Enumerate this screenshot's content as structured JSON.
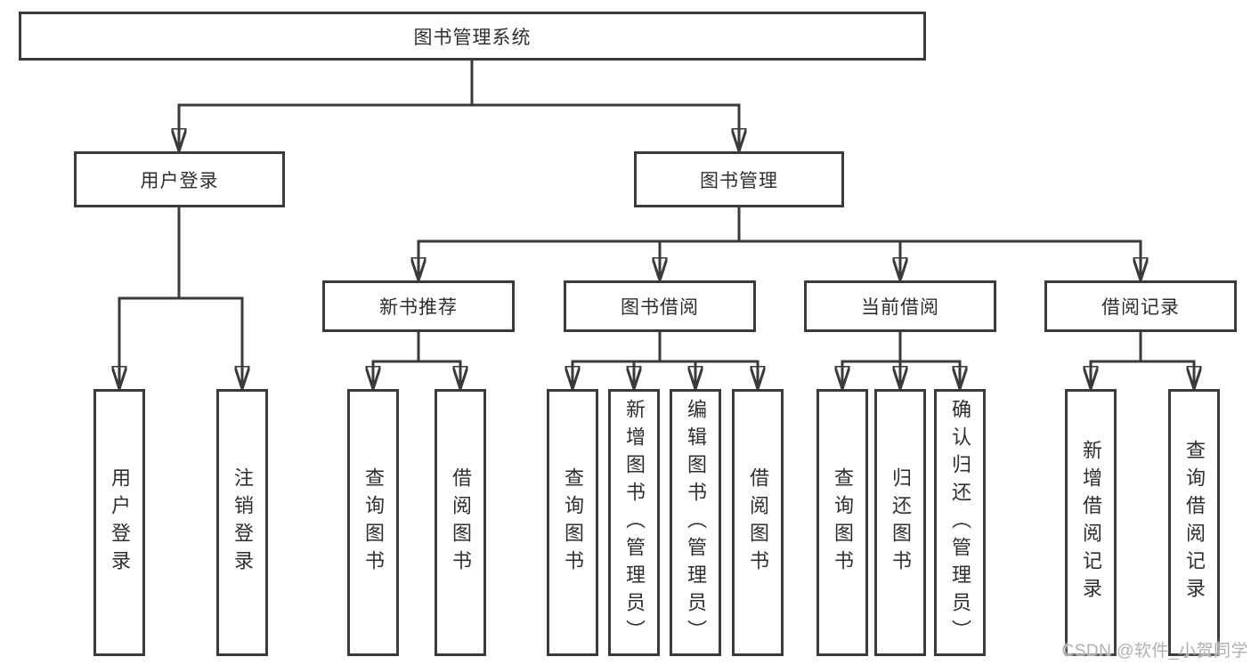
{
  "diagram": {
    "root": {
      "label": "图书管理系统"
    },
    "branches": [
      {
        "label": "用户登录",
        "children": [
          {
            "label": "用户登录"
          },
          {
            "label": "注销登录"
          }
        ]
      },
      {
        "label": "图书管理",
        "children": [
          {
            "label": "新书推荐",
            "children": [
              {
                "label": "查询图书"
              },
              {
                "label": "借阅图书"
              }
            ]
          },
          {
            "label": "图书借阅",
            "children": [
              {
                "label": "查询图书"
              },
              {
                "label": "新增图书（管理员）"
              },
              {
                "label": "编辑图书（管理员）"
              },
              {
                "label": "借阅图书"
              }
            ]
          },
          {
            "label": "当前借阅",
            "children": [
              {
                "label": "查询图书"
              },
              {
                "label": "归还图书"
              },
              {
                "label": "确认归还（管理员）"
              }
            ]
          },
          {
            "label": "借阅记录",
            "children": [
              {
                "label": "新增借阅记录"
              },
              {
                "label": "查询借阅记录"
              }
            ]
          }
        ]
      }
    ]
  },
  "watermark": {
    "text": "CSDN @软件_小贺同学"
  },
  "colors": {
    "line": "#3a3a3a",
    "box_border": "#3a3a3a",
    "text": "#2f2f2f",
    "watermark": "#b0b0b0",
    "background": "#ffffff"
  }
}
